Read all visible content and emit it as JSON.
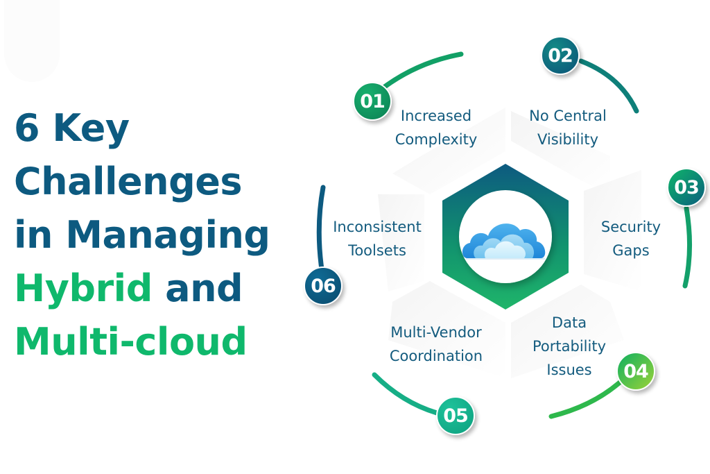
{
  "title": {
    "line1": "6 Key",
    "line2": "Challenges",
    "line3": "in Managing",
    "line4_highlight": "Hybrid",
    "line4_rest": " and",
    "line5_highlight": "Multi-cloud"
  },
  "center": {
    "icon": "cloud-icon"
  },
  "challenges": [
    {
      "number": "01",
      "line1": "Increased",
      "line2": "Complexity",
      "color": "#0c9a5e"
    },
    {
      "number": "02",
      "line1": "No Central",
      "line2": "Visibility",
      "color": "#0b5e7e"
    },
    {
      "number": "03",
      "line1": "Security",
      "line2": "Gaps",
      "color": "#0c9a6a"
    },
    {
      "number": "04",
      "line1": "Data",
      "line2": "Portability",
      "line3": "Issues",
      "color": "#16b25f"
    },
    {
      "number": "05",
      "line1": "Multi-Vendor",
      "line2": "Coordination",
      "color": "#14b18a"
    },
    {
      "number": "06",
      "line1": "Inconsistent",
      "line2": "Toolsets",
      "color": "#0d5a80"
    }
  ],
  "colors": {
    "navy": "#0d5a80",
    "green": "#0fb86c",
    "teal": "#14a58a"
  }
}
